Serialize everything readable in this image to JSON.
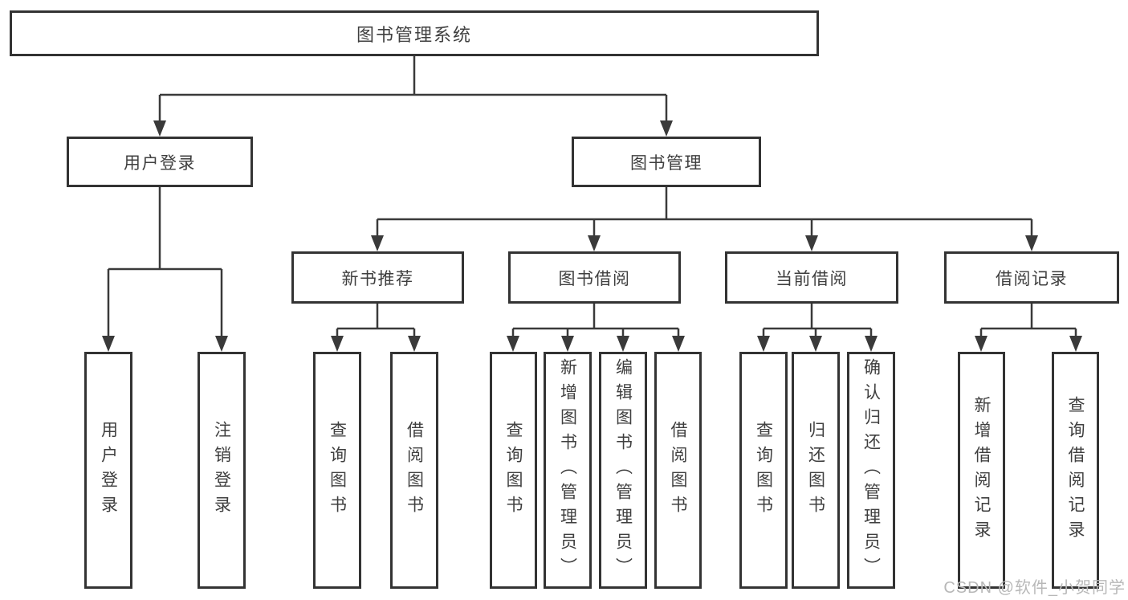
{
  "title": "图书管理系统",
  "watermark": "CSDN @软件_小贺同学",
  "colors": {
    "line": "#3a3a3a",
    "box_border": "#333333",
    "text": "#3f3f3f",
    "watermark": "#b8b8b8",
    "background": "#ffffff"
  },
  "tree": {
    "label": "图书管理系统",
    "children": [
      {
        "label": "用户登录",
        "children": [
          {
            "label": "用户登录"
          },
          {
            "label": "注销登录"
          }
        ]
      },
      {
        "label": "图书管理",
        "children": [
          {
            "label": "新书推荐",
            "children": [
              {
                "label": "查询图书"
              },
              {
                "label": "借阅图书"
              }
            ]
          },
          {
            "label": "图书借阅",
            "children": [
              {
                "label": "查询图书"
              },
              {
                "label": "新增图书（管理员）"
              },
              {
                "label": "编辑图书（管理员）"
              },
              {
                "label": "借阅图书"
              }
            ]
          },
          {
            "label": "当前借阅",
            "children": [
              {
                "label": "查询图书"
              },
              {
                "label": "归还图书"
              },
              {
                "label": "确认归还（管理员）"
              }
            ]
          },
          {
            "label": "借阅记录",
            "children": [
              {
                "label": "新增借阅记录"
              },
              {
                "label": "查询借阅记录"
              }
            ]
          }
        ]
      }
    ]
  }
}
